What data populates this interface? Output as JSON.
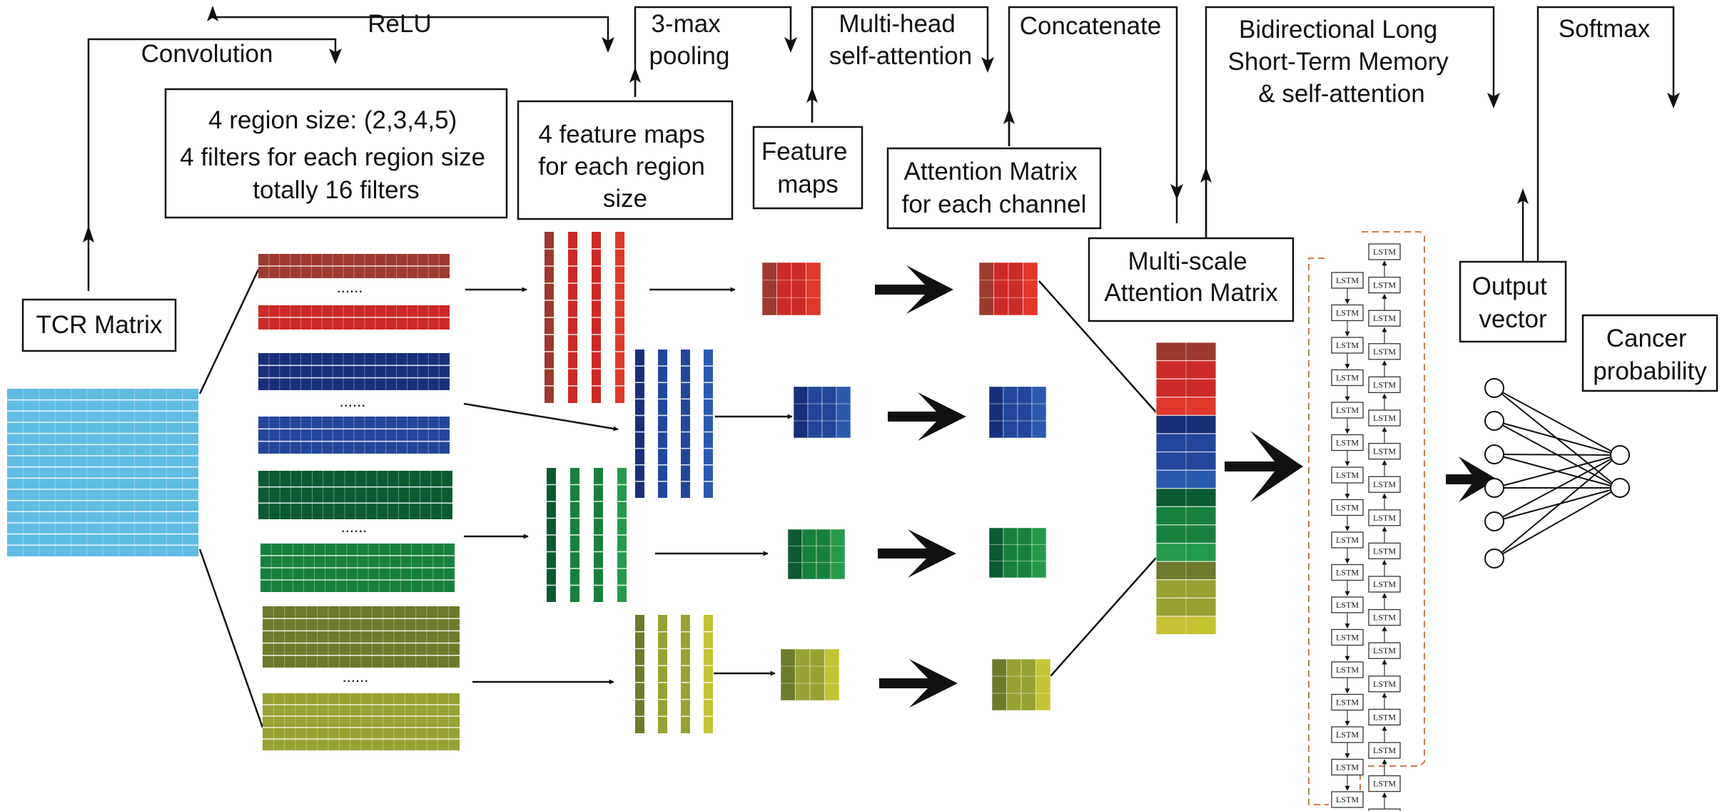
{
  "labels": {
    "convolution": "Convolution",
    "relu": "ReLU",
    "pooling": [
      "3-max",
      "pooling"
    ],
    "mhsa": [
      "Multi-head",
      "self-attention"
    ],
    "concatenate": "Concatenate",
    "bilstm": [
      "Bidirectional Long",
      "Short-Term Memory",
      "& self-attention"
    ],
    "softmax": "Softmax"
  },
  "boxes": {
    "tcr_matrix": "TCR Matrix",
    "filters": [
      "4 region size: (2,3,4,5)",
      "4 filters for each region size",
      "totally 16 filters"
    ],
    "feature_maps_region": [
      "4 feature maps",
      "for each region",
      "size"
    ],
    "feature_maps": [
      "Feature",
      "maps"
    ],
    "attention_matrix": [
      "Attention Matrix",
      "for each channel"
    ],
    "multiscale": [
      "Multi-scale",
      "Attention Matrix"
    ],
    "output_vector": [
      "Output",
      "vector"
    ],
    "cancer_probability": [
      "Cancer",
      "probability"
    ]
  },
  "ellipsis": "......",
  "lstm_cell_label": "LSTM",
  "colors": {
    "cyan": "#5fbce2",
    "red": [
      "#9c3a2e",
      "#cc2a26",
      "#e0382a"
    ],
    "blue": [
      "#1a2f7a",
      "#22469a",
      "#2a5aae"
    ],
    "green": [
      "#0c5a32",
      "#18803e",
      "#259a4c"
    ],
    "olive": [
      "#6e7a2c",
      "#98a232",
      "#c4c434"
    ],
    "orange_dash": "#d87a4a"
  }
}
